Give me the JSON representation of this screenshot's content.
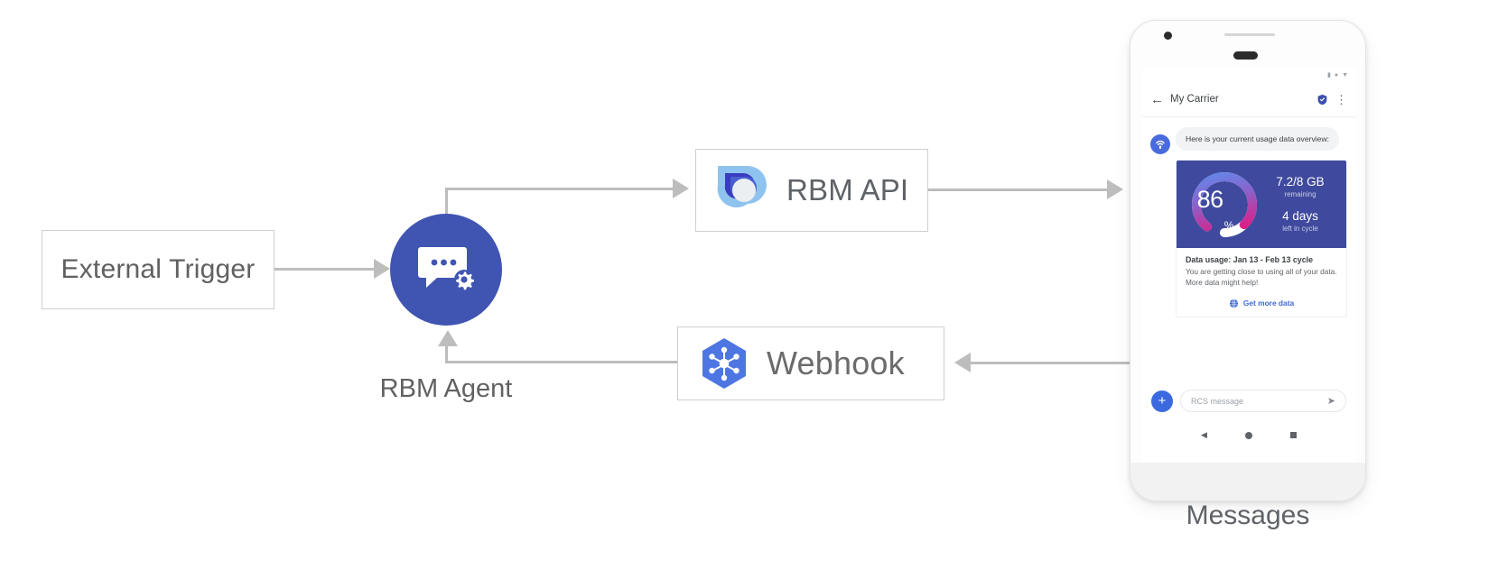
{
  "diagram": {
    "title": "RBM Agent architecture flow",
    "nodes": {
      "external_trigger": {
        "label": "External Trigger"
      },
      "rbm_agent": {
        "label": "RBM Agent",
        "icon": "chat-gear-icon",
        "color": "#4054b2"
      },
      "rbm_api": {
        "label": "RBM API",
        "icon": "rbm-api-logo"
      },
      "webhook": {
        "label": "Webhook",
        "icon": "webhook-hexagon-icon",
        "color": "#4d76e3"
      },
      "messages": {
        "label": "Messages"
      }
    },
    "connector_color": "#bdbdbd"
  },
  "phone": {
    "status_bar": {
      "signal": "▮",
      "wifi": "●",
      "battery": "▼"
    },
    "app_bar": {
      "back_icon": "back-arrow-icon",
      "title": "My Carrier",
      "verified_icon": "verified-shield-icon",
      "overflow_icon": "overflow-menu-icon",
      "overflow_glyph": "⋮",
      "back_glyph": "←"
    },
    "conversation": {
      "agent_avatar_icon": "carrier-agent-avatar",
      "incoming_message": "Here is your current usage data overview:",
      "rich_card": {
        "usage_percent": "86",
        "percent_symbol": "%",
        "data_remaining": "7.2/8 GB",
        "data_remaining_sub": "remaining",
        "days_left": "4 days",
        "days_left_sub": "left in cycle",
        "card_title": "Data usage: Jan 13 - Feb 13 cycle",
        "card_body_line1": "You are getting close to using all of your data.",
        "card_body_line2": "More data might help!",
        "action_label": "Get more data",
        "action_icon": "globe-icon",
        "panel_color": "#3f4a9e",
        "gauge_gradient_start": "#5b8def",
        "gauge_gradient_mid": "#9b5ec0",
        "gauge_gradient_end": "#e5177f",
        "gauge_track_color": "#ffffff"
      }
    },
    "composer": {
      "add_icon": "plus-icon",
      "add_glyph": "+",
      "placeholder": "RCS message",
      "send_icon": "send-icon",
      "send_glyph": "➤"
    },
    "nav_bar": {
      "back_icon": "nav-back-icon",
      "back_glyph": "◀",
      "home_icon": "nav-home-icon",
      "recents_icon": "nav-recents-icon"
    }
  }
}
